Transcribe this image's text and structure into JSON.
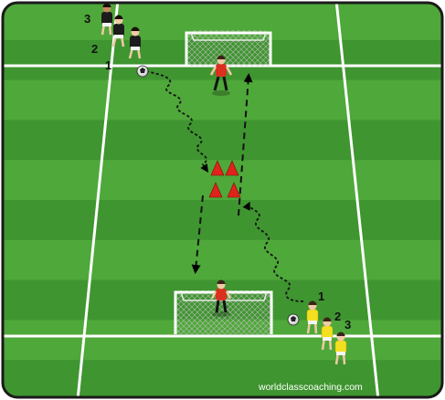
{
  "team_black": {
    "labels": [
      "1",
      "2",
      "3"
    ]
  },
  "team_yellow": {
    "labels": [
      "1",
      "2",
      "3"
    ]
  },
  "watermark": "worldclasscoaching.com",
  "colors": {
    "grass_light": "#4fa83a",
    "grass_dark": "#3f9530",
    "line_white": "#ffffff",
    "cone_red": "#e0231b",
    "shirt_black": "#1c1c1c",
    "shirt_yellow": "#f3e020",
    "keeper_red": "#d9301f",
    "frame": "#1a1a1a"
  }
}
